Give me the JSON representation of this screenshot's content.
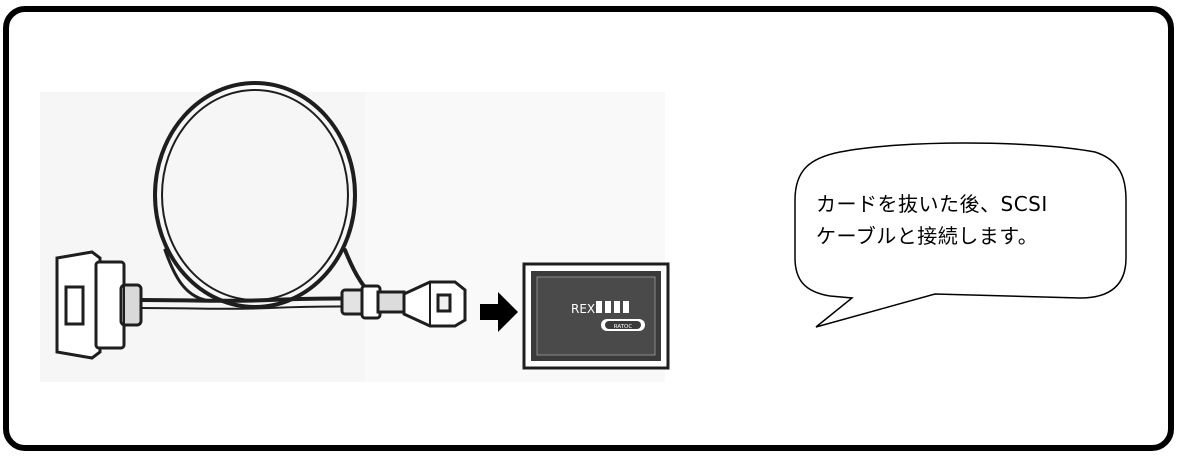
{
  "callout": {
    "line1": "カードを抜いた後、SCSI",
    "line2": "ケーブルと接続します。"
  },
  "card": {
    "brand": "REX",
    "badge": "RATOC"
  },
  "colors": {
    "frame": "#000000",
    "cable": "#222222",
    "card_face": "#3a3a3a",
    "arrow": "#000000",
    "background": "#ffffff"
  },
  "icons": {
    "arrow": "right-arrow-icon",
    "cable": "scsi-cable-icon",
    "card": "pc-card-icon"
  }
}
